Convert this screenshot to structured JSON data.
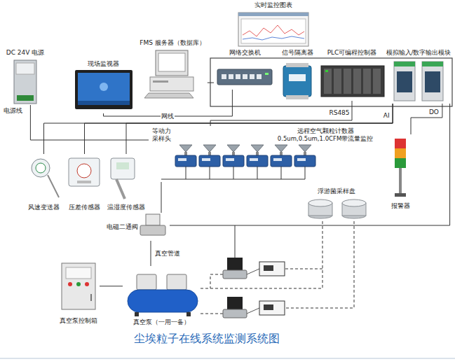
{
  "diagram": {
    "title": "尘埃粒子在线系统监测系统图",
    "nodes": [
      {
        "text": [
          "实时监控图表"
        ]
      },
      {
        "text": [
          "DC 24V 电源"
        ]
      },
      {
        "text": [
          "现场监视器"
        ]
      },
      {
        "text": [
          "FMS 服务器（数据库）"
        ]
      },
      {
        "text": [
          "网络交换机"
        ]
      },
      {
        "text": [
          "信号隔离器"
        ]
      },
      {
        "text": [
          "PLC可编程控制器"
        ]
      },
      {
        "text": [
          "模拟输入/数字输出模块"
        ]
      },
      {
        "text": [
          "风速变送器"
        ]
      },
      {
        "text": [
          "压差传感器"
        ]
      },
      {
        "text": [
          "温湿度传感器"
        ]
      },
      {
        "text": [
          "等动力 采样头",
          "远程空气颗粒计数器 0.5um,0.5um,1.0CFM带流量监控"
        ]
      },
      {
        "text": [
          "浮游菌采样盘"
        ]
      },
      {
        "text": [
          "报警器"
        ]
      },
      {
        "text": [
          "电磁二通阀"
        ]
      },
      {
        "text": [
          "真空泵控制箱"
        ]
      },
      {
        "text": [
          "真空泵（一用一备）"
        ]
      }
    ],
    "edges": [
      {
        "from": 1,
        "to": 11,
        "arrow": "none"
      },
      {
        "from": 2,
        "to": 4,
        "label": "网线",
        "arrow": "none"
      },
      {
        "from": 3,
        "to": 4,
        "arrow": "none"
      },
      {
        "from": 6,
        "to": 11,
        "label": "RS485",
        "arrow": "none"
      },
      {
        "from": 7,
        "to": 8,
        "label": "AI",
        "arrow": "none"
      },
      {
        "from": 7,
        "to": 9,
        "arrow": "none"
      },
      {
        "from": 7,
        "to": 10,
        "arrow": "none"
      },
      {
        "from": 7,
        "to": 13,
        "label": "DO",
        "arrow": "none"
      },
      {
        "from": 7,
        "to": 14,
        "arrow": "none"
      },
      {
        "from": 14,
        "to": 11,
        "arrow": "none"
      },
      {
        "from": 16,
        "to": 14,
        "label": "真空管道",
        "arrow": "none"
      },
      {
        "from": 15,
        "to": 16,
        "arrow": "none"
      },
      {
        "from": 12,
        "to": 16,
        "arrow": "none"
      }
    ],
    "labels": [
      "电源线"
    ]
  }
}
